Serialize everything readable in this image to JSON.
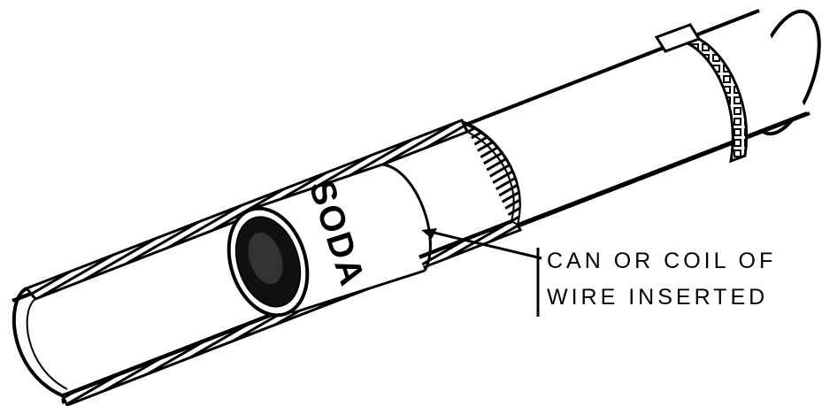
{
  "can": {
    "label": "SODA"
  },
  "callout": {
    "line1": "CAN OR COIL OF",
    "line2": "WIRE INSERTED"
  },
  "colors": {
    "ink": "#000000",
    "paper": "#ffffff"
  }
}
